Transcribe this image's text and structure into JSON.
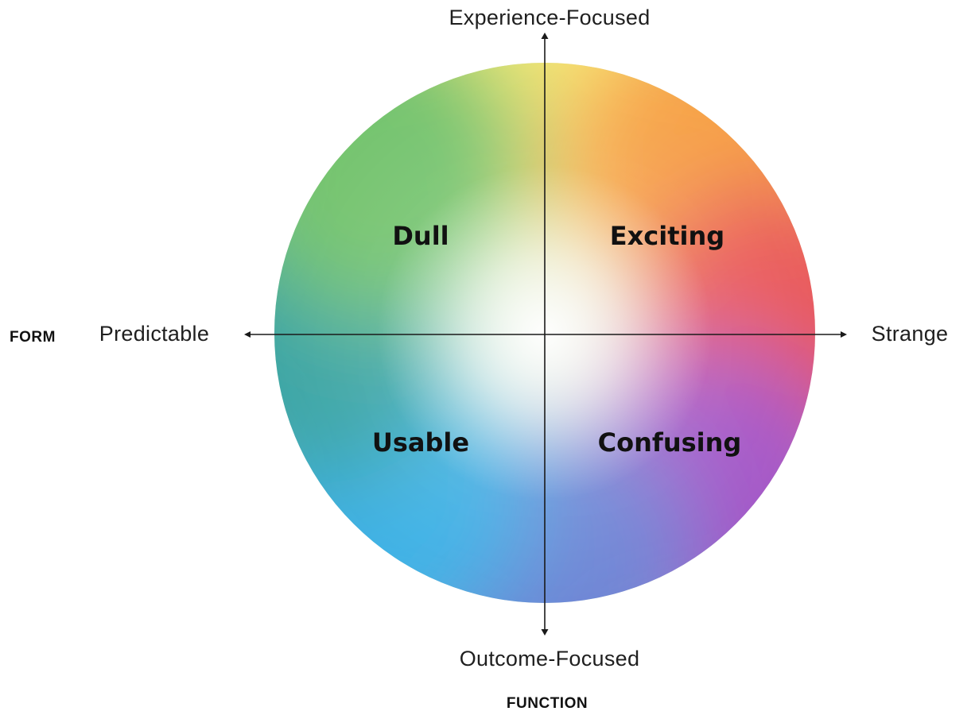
{
  "axes": {
    "vertical": {
      "title": "FUNCTION",
      "top_label": "Experience-Focused",
      "bottom_label": "Outcome-Focused"
    },
    "horizontal": {
      "title": "FORM",
      "left_label": "Predictable",
      "right_label": "Strange"
    }
  },
  "quadrants": {
    "top_left": "Dull",
    "top_right": "Exciting",
    "bottom_left": "Usable",
    "bottom_right": "Confusing"
  },
  "colors": {
    "top": "#f7ec7a",
    "top_right": "#f7a34a",
    "right": "#ea5b5b",
    "bottom_right": "#a659c8",
    "bottom": "#6f86d6",
    "bottom_left": "#3fb2e6",
    "left": "#3ea6a6",
    "top_left": "#76c46f",
    "axis_line": "#1a1a1a"
  }
}
